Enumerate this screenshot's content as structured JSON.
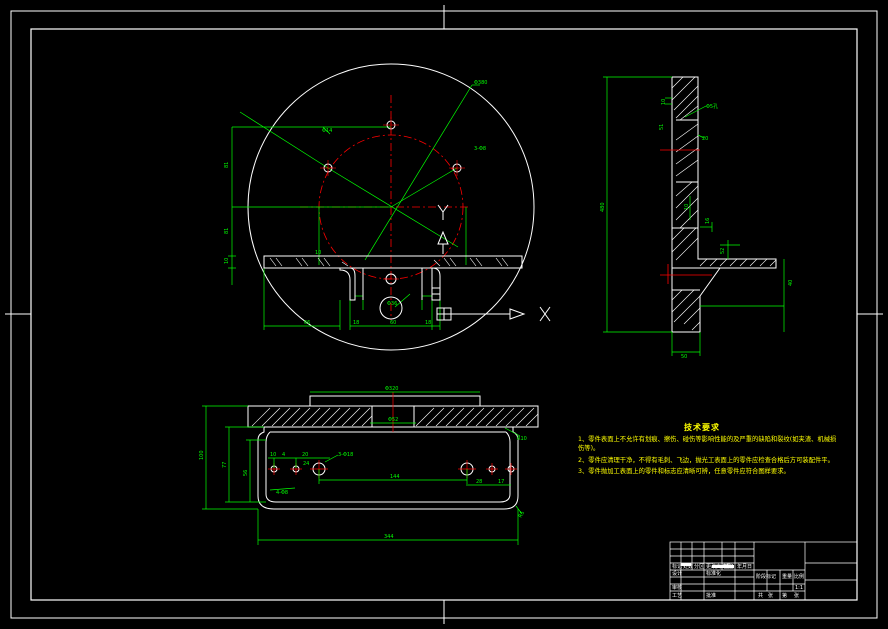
{
  "drawing": {
    "palette": {
      "background": "#000000",
      "frame": "#ffffff",
      "outline": "#ffffff",
      "centerline": "#ff0000",
      "dimension": "#00ff00",
      "hatch": "#ffffff",
      "notes_text": "#ffff00"
    },
    "top_view": {
      "dims": {
        "circle_dia": "Φ380",
        "hole_dia_top": "Φ14",
        "holes_3x": "3-Φ8",
        "left_h1": "81",
        "left_h2": "81",
        "flange_t": "10",
        "small_1": "10",
        "overall_bottom": "66",
        "w18_left": "18",
        "w60": "60",
        "w18_right": "18",
        "boss_dia": "Φ36"
      },
      "axis_y": "Y",
      "axis_x": "X"
    },
    "side_view": {
      "dims": {
        "height": "480",
        "t10": "10",
        "hole_label": "Φ5孔",
        "d20": "20",
        "d51": "51",
        "d10b": "10",
        "d16": "16",
        "d52": "52",
        "d40": "40",
        "w50": "50"
      }
    },
    "front_view": {
      "dims": {
        "top_dia": "Φ320",
        "inner_w": "Φ52",
        "height_100": "100",
        "height_77": "77",
        "height_56": "56",
        "d10": "10",
        "d4": "4",
        "d20": "20",
        "d24": "24",
        "holes_left": "4-Φ8",
        "hole_right": "3-Φ18",
        "center_144": "144",
        "d28": "28",
        "d17": "17",
        "width_344": "344",
        "r10": "R10",
        "r5": "R5"
      }
    },
    "tech_notes": {
      "title": "技术要求",
      "items": [
        "1、零件表面上不允许有划痕、擦伤、碰伤等影响性能的及严重的缺陷和裂纹(如夹渣、机械损伤等)。",
        "2、零件应清理干净，不得有毛刺、飞边，抛光工表面上的零件应检查合格后方可装配件平。",
        "3、零件抛加工表面上的零件和标志应清晰可辨，任意零件应符合图样要求。"
      ]
    },
    "title_block": {
      "cells": [
        "标记",
        "处数",
        "分区",
        "更改文件号",
        "签名",
        "年月日",
        "设计",
        "标准化",
        "阶段标记",
        "重量",
        "比例",
        "审核",
        "工艺",
        "批准",
        "共",
        "张",
        "第",
        "张",
        "1:1"
      ]
    }
  }
}
